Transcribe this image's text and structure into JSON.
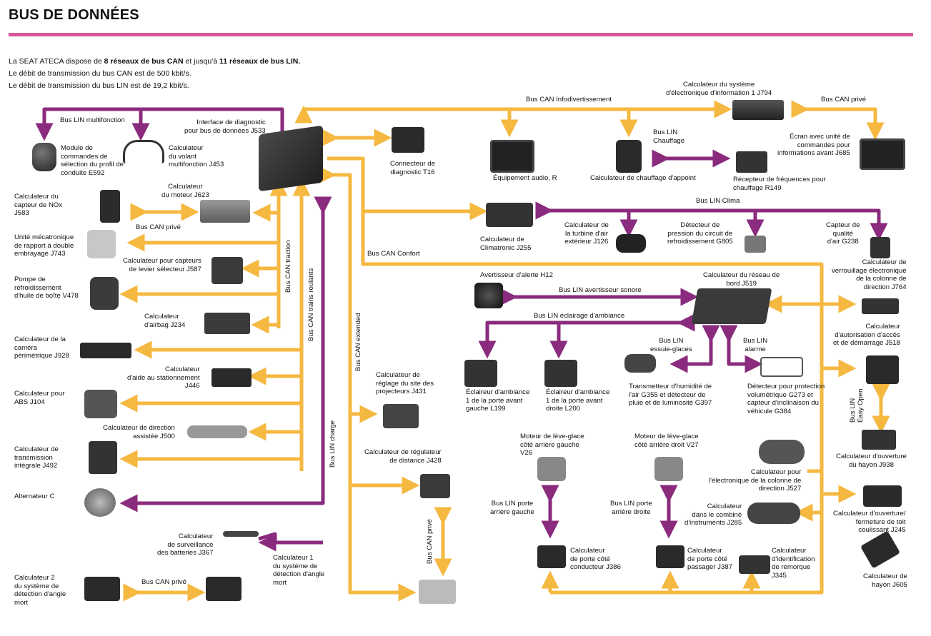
{
  "title": "BUS DE DONNÉES",
  "intro": {
    "line1_a": "La SEAT ATECA dispose de ",
    "line1_b": "8 réseaux de bus CAN",
    "line1_c": " et jusqu'à ",
    "line1_d": "11 réseaux de bus LIN.",
    "line2": "Le débit de transmission du bus CAN est de 500 kbit/s.",
    "line3": "Le débit de transmission du bus LIN est de 19,2 kbit/s."
  },
  "colors": {
    "can": "#f5b840",
    "lin": "#8a2b7e",
    "accent": "#d9579a"
  },
  "buses": {
    "lin_multifonction": "Bus LIN multifonction",
    "can_info": "Bus CAN Infodivertissement",
    "can_prive_top": "Bus CAN privé",
    "lin_chauffage": "Bus LIN\nChauffage",
    "lin_clima": "Bus LIN Clima",
    "can_prive_moteur": "Bus CAN privé",
    "can_confort": "Bus CAN Confort",
    "can_traction": "Bus CAN traction",
    "can_trains": "Bus CAN trains roulants",
    "can_extended": "Bus CAN extended",
    "lin_charge": "Bus LIN charge",
    "lin_avertisseur": "Bus LIN avertisseur sonore",
    "lin_eclairage": "Bus LIN éclairage d'ambiance",
    "lin_essuie": "Bus LIN\nessuie-glaces",
    "lin_alarme": "Bus LIN\nalarme",
    "lin_easy_open": "Bus LIN\nEasy Open",
    "can_prive_bottom": "Bus CAN privé",
    "can_prive_distance": "Bus CAN privé",
    "lin_porte_g": "Bus LIN porte\narrière gauche",
    "lin_porte_d": "Bus LIN porte\narrière droite"
  },
  "labels": {
    "diag_interface": "Interface de diagnostic\npour bus de données J533",
    "e592": "Module de\ncommandes de\nsélection du profil de\nconduite E592",
    "j453": "Calculateur\ndu volant\nmultifonction J453",
    "t16": "Connecteur de\ndiagnostic T16",
    "j794": "Calculateur du système\nd'électronique d'information 1 J794",
    "audio": "Équipement audio, R",
    "chauffage": "Calculateur de chauffage d'appoint",
    "r149": "Récepteur de fréquences pour\nchauffage R149",
    "j685": "Écran avec unité de\ncommandes pour\ninformations avant J685",
    "j583": "Calculateur du\ncapteur de NOx\nJ583",
    "j623": "Calculateur\ndu moteur J623",
    "j743": "Unité mécatronique\nde rapport à double\nembrayage J743",
    "j587": "Calculateur pour capteurs\nde levier sélecteur J587",
    "v478": "Pompe de\nrefroidissement\nd'huile de boîte V478",
    "j234": "Calculateur\nd'airbag J234",
    "j928": "Calculateur de la\ncaméra\npérimétrique J928",
    "j446": "Calculateur\nd'aide au stationnement\nJ446",
    "j104": "Calculateur pour\nABS J104",
    "j500": "Calculateur de direction\nassistée J500",
    "j492": "Calculateur de\ntransmission\nintégrale J492",
    "alternateur": "Alternateur C",
    "j367": "Calculateur\nde surveillance\ndes batteries J367",
    "detect1": "Calculateur 1\ndu système de\ndétection d'angle\nmort",
    "detect2": "Calculateur 2\ndu système de\ndétection d'angle\nmort",
    "j255": "Calculateur de\nClimatronic J255",
    "j126": "Calculateur de\nla turbine d'air\nextérieur J126",
    "g805": "Détecteur de\npression du circuit de\nrefroidissement G805",
    "g238": "Capteur de\nqualité\nd'air G238",
    "j431": "Calculateur de\nréglage du site des\nprojecteurs J431",
    "j428": "Calculateur de régulateur\nde distance J428",
    "h12": "Avertisseur d'alerte H12",
    "j519": "Calculateur du réseau de\nbord J519",
    "j764": "Calculateur de\nverrouillage électronique\nde la colonne de\ndirection J764",
    "l199": "Éclaireur d'ambiance\n1 de la porte avant\ngauche L199",
    "l200": "Éclaireur d'ambiance\n1 de la porte avant\ndroite L200",
    "g355": "Transmetteur d'humidité de\nl'air G355 et détecteur de\npluie et de luminosité G397",
    "g273": "Détecteur pour protection\nvolumétrique G273 et\ncapteur d'inclinaison du\nvéhicule G384",
    "j518": "Calculateur\nd'autorisation d'accès\net de démarrage J518",
    "v26": "Moteur de lève-glace\ncôté arrière gauche\nV26",
    "v27": "Moteur de lève-glace\ncôté arrière droit V27",
    "j938": "Calculateur d'ouverture\ndu hayon J938",
    "j527": "Calculateur pour\nl'électronique de la colonne de\ndirection J527",
    "j285": "Calculateur\ndans le combiné\nd'instruments J285",
    "j245": "Calculateur d'ouverture/\nfermeture de toit\ncoulissant J245",
    "j386": "Calculateur\nde porte côté\nconducteur J386",
    "j387": "Calculateur\nde porte côté\npassager J387",
    "j345": "Calculateur\nd'identification\nde remorque\nJ345",
    "j605": "Calculateur de\nhayon J605"
  }
}
